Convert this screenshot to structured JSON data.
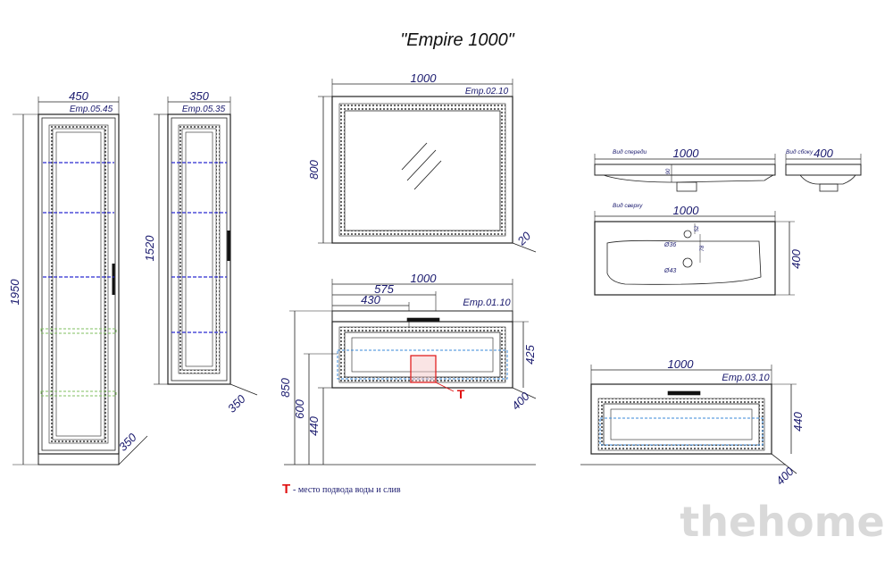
{
  "title": "\"Empire 1000\"",
  "tall_cabinet": {
    "code": "Emp.05.45",
    "width": "450",
    "height": "1950",
    "depth": "350"
  },
  "narrow_cabinet": {
    "code": "Emp.05.35",
    "width": "350",
    "height": "1520",
    "depth": "350"
  },
  "mirror": {
    "code": "Emp.02.10",
    "width": "1000",
    "height": "800",
    "depth": "20"
  },
  "vanity": {
    "code": "Emp.01.10",
    "width": "1000",
    "offset_outer": "575",
    "offset_inner": "430",
    "h_total": "850",
    "h_mid": "600",
    "h_low": "440",
    "h_body": "425",
    "depth": "400",
    "marker": "T"
  },
  "sink_front": {
    "view_label": "Вид спереди",
    "width": "1000",
    "small_dim": "90"
  },
  "sink_side": {
    "view_label": "Вид сбоку",
    "width": "400"
  },
  "sink_top": {
    "view_label": "Вид сверху",
    "width": "1000",
    "depth": "400",
    "hole1": "Ø36",
    "hole2": "Ø43",
    "d1": "52",
    "d2": "78"
  },
  "low_cabinet": {
    "code": "Emp.03.10",
    "width": "1000",
    "height": "440",
    "depth": "400"
  },
  "legend": {
    "marker": "T",
    "text": " - место подвода воды и слив"
  },
  "watermark": "thehome",
  "colors": {
    "line": "#222222",
    "dim": "#1a1a6e",
    "shelf_blue": "#2a2ad0",
    "shelf_green": "#7fbf5f",
    "red": "#e01010",
    "cyan_dash": "#3a8ad8"
  }
}
